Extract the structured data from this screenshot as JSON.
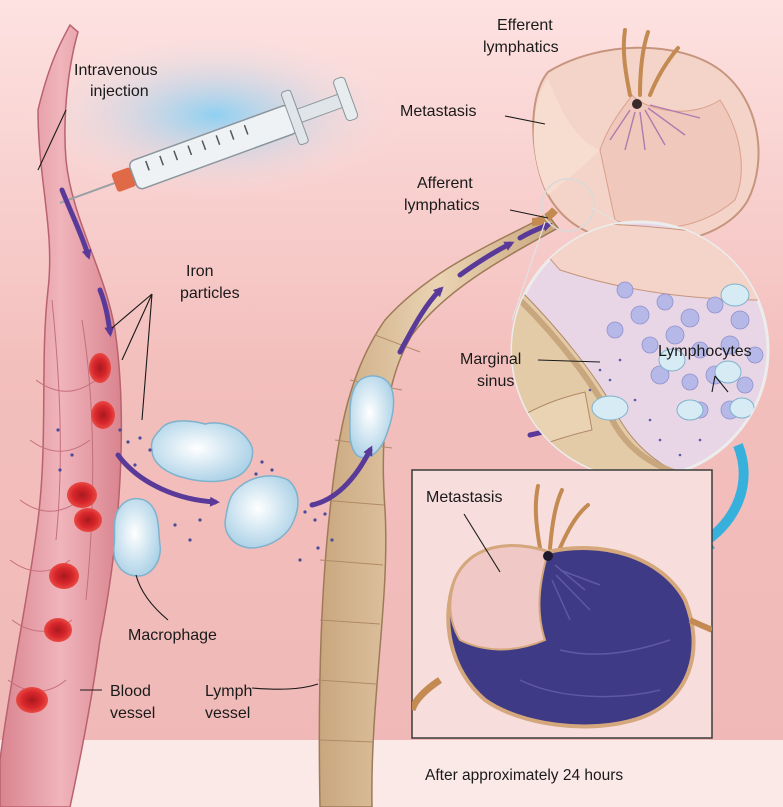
{
  "labels": {
    "intravenous_line1": "Intravenous",
    "intravenous_line2": "injection",
    "efferent_line1": "Efferent",
    "efferent_line2": "lymphatics",
    "metastasis_top": "Metastasis",
    "afferent_line1": "Afferent",
    "afferent_line2": "lymphatics",
    "iron_line1": "Iron",
    "iron_line2": "particles",
    "marginal_line1": "Marginal",
    "marginal_line2": "sinus",
    "lymphocytes": "Lymphocytes",
    "metastasis_inset": "Metastasis",
    "macrophage": "Macrophage",
    "blood_line1": "Blood",
    "blood_line2": "vessel",
    "lymph_line1": "Lymph",
    "lymph_line2": "vessel",
    "caption": "After approximately 24 hours"
  },
  "colors": {
    "background_pink": "#f2c2c0",
    "background_light": "#fde8e6",
    "blood_vessel": "#e9a3ac",
    "red_cell": "#d8262c",
    "lymph_vessel": "#dcc3a0",
    "macrophage": "#cfe6f2",
    "arrow_purple": "#5a3a98",
    "node_stained": "#3f3a86",
    "arrow_cyan": "#38b0dc"
  }
}
